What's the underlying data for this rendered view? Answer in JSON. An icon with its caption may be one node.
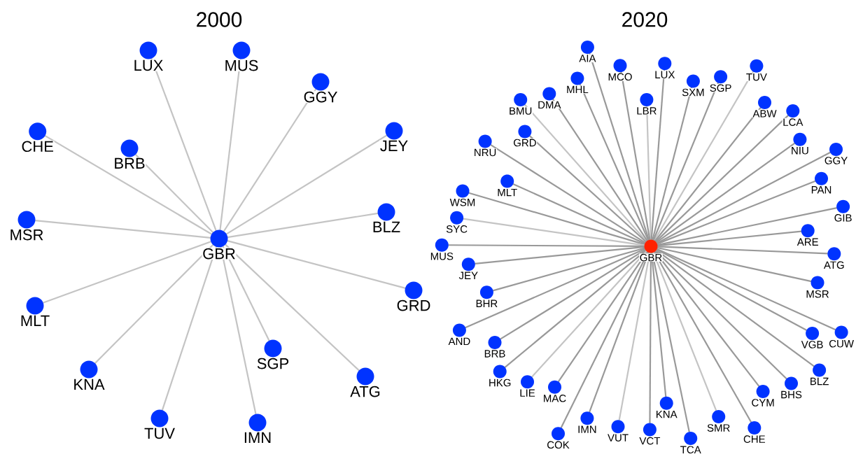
{
  "diagram": {
    "nodes": [
      {
        "text": [
          "GBR"
        ]
      },
      {
        "text": [
          "LUX"
        ]
      },
      {
        "text": [
          "MUS"
        ]
      },
      {
        "text": [
          "GGY"
        ]
      },
      {
        "text": [
          "CHE"
        ]
      },
      {
        "text": [
          "BRB"
        ]
      },
      {
        "text": [
          "JEY"
        ]
      },
      {
        "text": [
          "MSR"
        ]
      },
      {
        "text": [
          "BLZ"
        ]
      },
      {
        "text": [
          "MLT"
        ]
      },
      {
        "text": [
          "GRD"
        ]
      },
      {
        "text": [
          "KNA"
        ]
      },
      {
        "text": [
          "SGP"
        ]
      },
      {
        "text": [
          "ATG"
        ]
      },
      {
        "text": [
          "TUV"
        ]
      },
      {
        "text": [
          "IMN"
        ]
      },
      {
        "text": [
          "GBR"
        ]
      },
      {
        "text": [
          "LBR"
        ]
      },
      {
        "text": [
          "TUV"
        ]
      },
      {
        "text": [
          "BMU"
        ]
      },
      {
        "text": [
          "LUX"
        ]
      },
      {
        "text": [
          "SXM"
        ]
      },
      {
        "text": [
          "AIA"
        ]
      },
      {
        "text": [
          "MHL"
        ]
      },
      {
        "text": [
          "LCA"
        ]
      },
      {
        "text": [
          "ABW"
        ]
      },
      {
        "text": [
          "MCO"
        ]
      },
      {
        "text": [
          "GRD"
        ]
      },
      {
        "text": [
          "SGP"
        ]
      },
      {
        "text": [
          "GGY"
        ]
      },
      {
        "text": [
          "DMA"
        ]
      },
      {
        "text": [
          "NRU"
        ]
      },
      {
        "text": [
          "NIU"
        ]
      },
      {
        "text": [
          "PAN"
        ]
      },
      {
        "text": [
          "GIB"
        ]
      },
      {
        "text": [
          "MLT"
        ]
      },
      {
        "text": [
          "WSM"
        ]
      },
      {
        "text": [
          "ARE"
        ]
      },
      {
        "text": [
          "SYC"
        ]
      },
      {
        "text": [
          "MUS"
        ]
      },
      {
        "text": [
          "ATG"
        ]
      },
      {
        "text": [
          "MSR"
        ]
      },
      {
        "text": [
          "JEY"
        ]
      },
      {
        "text": [
          "BHR"
        ]
      },
      {
        "text": [
          "CUW"
        ]
      },
      {
        "text": [
          "AND"
        ]
      },
      {
        "text": [
          "BHS"
        ]
      },
      {
        "text": [
          "VGB"
        ]
      },
      {
        "text": [
          "HKG"
        ]
      },
      {
        "text": [
          "KNA"
        ]
      },
      {
        "text": [
          "COK"
        ]
      },
      {
        "text": [
          "BLZ"
        ]
      },
      {
        "text": [
          "CHE"
        ]
      },
      {
        "text": [
          "BRB"
        ]
      },
      {
        "text": [
          "CYM"
        ]
      },
      {
        "text": [
          "MAC"
        ]
      },
      {
        "text": [
          "IMN"
        ]
      },
      {
        "text": [
          "VCT"
        ]
      },
      {
        "text": [
          "TCA"
        ]
      },
      {
        "text": [
          "LIE"
        ]
      },
      {
        "text": [
          "SMR"
        ]
      },
      {
        "text": [
          "VUT"
        ]
      }
    ],
    "edges": [
      {
        "from": 0,
        "to": 1,
        "arrow": "none",
        "color": "#c4c4c4"
      },
      {
        "from": 0,
        "to": 2,
        "arrow": "none",
        "color": "#c4c4c4"
      },
      {
        "from": 0,
        "to": 3,
        "arrow": "none",
        "color": "#c4c4c4"
      },
      {
        "from": 0,
        "to": 4,
        "arrow": "none",
        "color": "#c4c4c4"
      },
      {
        "from": 0,
        "to": 5,
        "arrow": "none",
        "color": "#c4c4c4"
      },
      {
        "from": 0,
        "to": 6,
        "arrow": "none",
        "color": "#c4c4c4"
      },
      {
        "from": 0,
        "to": 7,
        "arrow": "none",
        "color": "#c4c4c4"
      },
      {
        "from": 0,
        "to": 8,
        "arrow": "none",
        "color": "#c4c4c4"
      },
      {
        "from": 0,
        "to": 9,
        "arrow": "none",
        "color": "#c4c4c4"
      },
      {
        "from": 0,
        "to": 10,
        "arrow": "none",
        "color": "#c4c4c4"
      },
      {
        "from": 0,
        "to": 11,
        "arrow": "none",
        "color": "#c4c4c4"
      },
      {
        "from": 0,
        "to": 12,
        "arrow": "none",
        "color": "#c4c4c4"
      },
      {
        "from": 0,
        "to": 13,
        "arrow": "none",
        "color": "#c4c4c4"
      },
      {
        "from": 0,
        "to": 14,
        "arrow": "none",
        "color": "#c4c4c4"
      },
      {
        "from": 0,
        "to": 15,
        "arrow": "none",
        "color": "#c4c4c4"
      },
      {
        "from": 16,
        "to": 17,
        "arrow": "none",
        "color": "#c4c4c4"
      },
      {
        "from": 16,
        "to": 18,
        "arrow": "none",
        "color": "#c4c4c4"
      },
      {
        "from": 16,
        "to": 19,
        "arrow": "none",
        "color": "#c4c4c4"
      },
      {
        "from": 16,
        "to": 20,
        "arrow": "none"
      },
      {
        "from": 16,
        "to": 21,
        "arrow": "none"
      },
      {
        "from": 16,
        "to": 22,
        "arrow": "none"
      },
      {
        "from": 16,
        "to": 23,
        "arrow": "none"
      },
      {
        "from": 16,
        "to": 24,
        "arrow": "none"
      },
      {
        "from": 16,
        "to": 25,
        "arrow": "none"
      },
      {
        "from": 16,
        "to": 26,
        "arrow": "none"
      },
      {
        "from": 16,
        "to": 27,
        "arrow": "none"
      },
      {
        "from": 16,
        "to": 28,
        "arrow": "none"
      },
      {
        "from": 16,
        "to": 29,
        "arrow": "none"
      },
      {
        "from": 16,
        "to": 30,
        "arrow": "none"
      },
      {
        "from": 16,
        "to": 31,
        "arrow": "none"
      },
      {
        "from": 16,
        "to": 32,
        "arrow": "none"
      },
      {
        "from": 16,
        "to": 33,
        "arrow": "none"
      },
      {
        "from": 16,
        "to": 34,
        "arrow": "none"
      },
      {
        "from": 16,
        "to": 35,
        "arrow": "none"
      },
      {
        "from": 16,
        "to": 36,
        "arrow": "none"
      },
      {
        "from": 16,
        "to": 37,
        "arrow": "none"
      },
      {
        "from": 16,
        "to": 38,
        "arrow": "none",
        "color": "#c4c4c4"
      },
      {
        "from": 16,
        "to": 39,
        "arrow": "none"
      },
      {
        "from": 16,
        "to": 40,
        "arrow": "none"
      },
      {
        "from": 16,
        "to": 41,
        "arrow": "none"
      },
      {
        "from": 16,
        "to": 42,
        "arrow": "none"
      },
      {
        "from": 16,
        "to": 43,
        "arrow": "none"
      },
      {
        "from": 16,
        "to": 44,
        "arrow": "none"
      },
      {
        "from": 16,
        "to": 45,
        "arrow": "none"
      },
      {
        "from": 16,
        "to": 46,
        "arrow": "none"
      },
      {
        "from": 16,
        "to": 47,
        "arrow": "none"
      },
      {
        "from": 16,
        "to": 48,
        "arrow": "none"
      },
      {
        "from": 16,
        "to": 49,
        "arrow": "none"
      },
      {
        "from": 16,
        "to": 50,
        "arrow": "none"
      },
      {
        "from": 16,
        "to": 51,
        "arrow": "none"
      },
      {
        "from": 16,
        "to": 52,
        "arrow": "none"
      },
      {
        "from": 16,
        "to": 53,
        "arrow": "none"
      },
      {
        "from": 16,
        "to": 54,
        "arrow": "none"
      },
      {
        "from": 16,
        "to": 55,
        "arrow": "none"
      },
      {
        "from": 16,
        "to": 56,
        "arrow": "none"
      },
      {
        "from": 16,
        "to": 57,
        "arrow": "none"
      },
      {
        "from": 16,
        "to": 58,
        "arrow": "none"
      },
      {
        "from": 16,
        "to": 59,
        "arrow": "none",
        "color": "#c4c4c4"
      },
      {
        "from": 16,
        "to": 60,
        "arrow": "none",
        "color": "#c4c4c4"
      },
      {
        "from": 16,
        "to": 61,
        "arrow": "none",
        "color": "#c4c4c4"
      }
    ],
    "labels": [
      "2000",
      "2020"
    ]
  }
}
